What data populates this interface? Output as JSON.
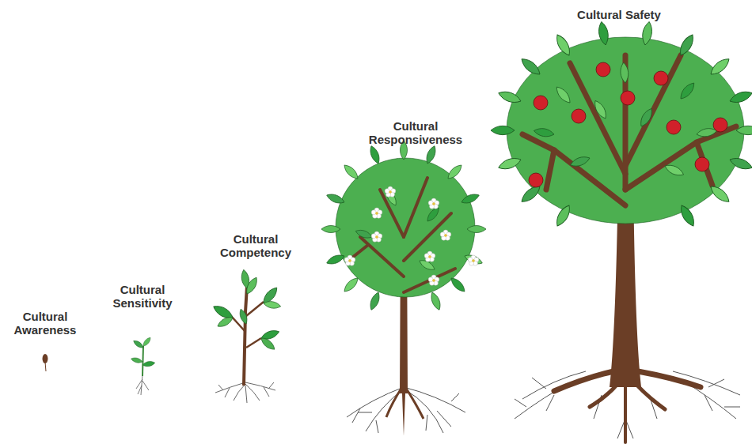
{
  "diagram": {
    "labels": [
      "Cultural Awareness",
      "Cultural Sensitivity",
      "Cultural Competency",
      "Cultural Responsiveness",
      "Cultural Safety"
    ]
  }
}
